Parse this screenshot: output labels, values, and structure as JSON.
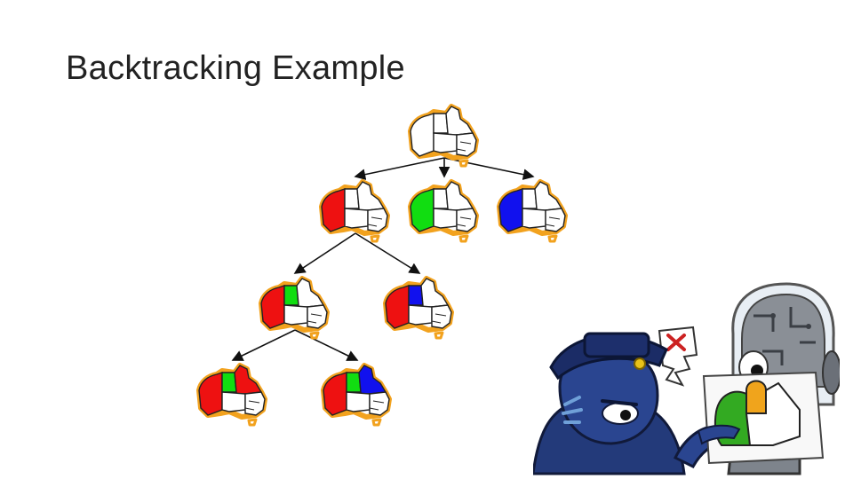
{
  "slide": {
    "title": "Backtracking Example"
  },
  "colors": {
    "outline": "#f2a21e",
    "border": "#222222",
    "empty": "#ffffff",
    "arrow": "#111111",
    "red": "#ee1111",
    "green": "#11dd11",
    "blue": "#1111ee"
  },
  "tree": {
    "nodes": [
      {
        "id": "root",
        "level": 0,
        "assignment": {
          "WA": "",
          "NT": "",
          "Q": ""
        }
      },
      {
        "id": "wa-red",
        "level": 1,
        "assignment": {
          "WA": "red",
          "NT": "",
          "Q": ""
        }
      },
      {
        "id": "wa-green",
        "level": 1,
        "assignment": {
          "WA": "green",
          "NT": "",
          "Q": ""
        }
      },
      {
        "id": "wa-blue",
        "level": 1,
        "assignment": {
          "WA": "blue",
          "NT": "",
          "Q": ""
        }
      },
      {
        "id": "nt-green",
        "level": 2,
        "assignment": {
          "WA": "red",
          "NT": "green",
          "Q": ""
        }
      },
      {
        "id": "nt-blue",
        "level": 2,
        "assignment": {
          "WA": "red",
          "NT": "blue",
          "Q": ""
        }
      },
      {
        "id": "q-red",
        "level": 3,
        "assignment": {
          "WA": "red",
          "NT": "green",
          "Q": "red"
        }
      },
      {
        "id": "q-blue",
        "level": 3,
        "assignment": {
          "WA": "red",
          "NT": "green",
          "Q": "blue"
        }
      }
    ],
    "edges": [
      [
        "root",
        "wa-red"
      ],
      [
        "root",
        "wa-green"
      ],
      [
        "root",
        "wa-blue"
      ],
      [
        "wa-red",
        "nt-green"
      ],
      [
        "wa-red",
        "nt-blue"
      ],
      [
        "nt-green",
        "q-red"
      ],
      [
        "nt-green",
        "q-blue"
      ]
    ]
  },
  "cartoon": {
    "characters": [
      "police-officer-character",
      "robot-character"
    ],
    "sign_icon": "x-mark-icon",
    "held_map": {
      "WA": "green",
      "NT": "orange"
    }
  }
}
